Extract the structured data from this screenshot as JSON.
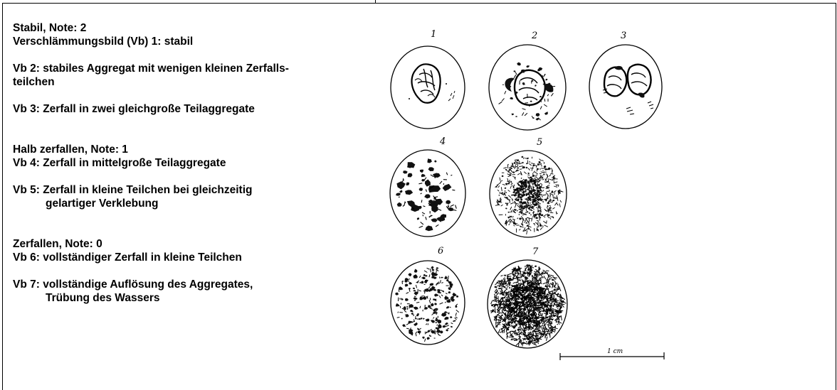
{
  "legend": {
    "stable_header": "Stabil, Note: 2",
    "vb1": "Verschlämmungsbild (Vb) 1: stabil",
    "vb2_line1": "Vb 2: stabiles Aggregat mit wenigen kleinen Zerfalls-",
    "vb2_line2": "teilchen",
    "vb3": "Vb 3: Zerfall in zwei gleichgroße Teilaggregate",
    "half_header": "Halb zerfallen, Note: 1",
    "vb4": "Vb 4: Zerfall in mittelgroße Teilaggregate",
    "vb5_line1": "Vb 5: Zerfall in kleine Teilchen bei gleichzeitig",
    "vb5_line2": "gelartiger Verklebung",
    "collapsed_header": "Zerfallen, Note: 0",
    "vb6": "Vb 6: vollständiger Zerfall in kleine Teilchen",
    "vb7_line1": "Vb 7: vollständige Auflösung des Aggregates,",
    "vb7_line2": "Trübung des Wassers"
  },
  "figure": {
    "dish_labels": [
      "1",
      "2",
      "3",
      "4",
      "5",
      "6",
      "7"
    ],
    "scale_label": "1 cm"
  }
}
